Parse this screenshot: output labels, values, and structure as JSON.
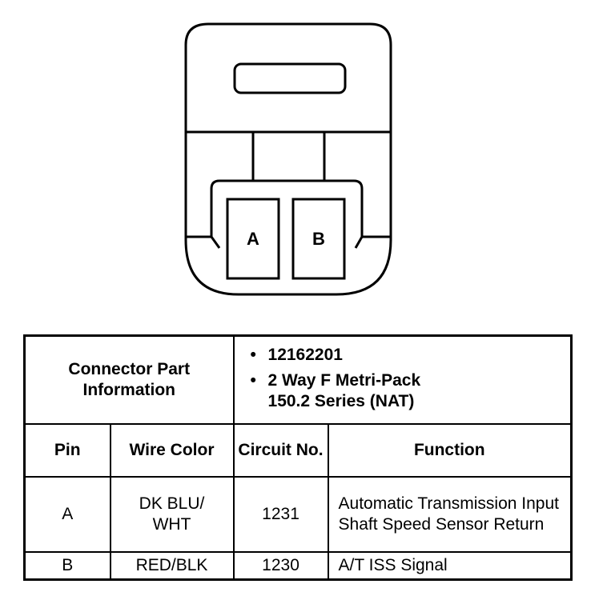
{
  "connector": {
    "pins": [
      {
        "label": "A"
      },
      {
        "label": "B"
      }
    ]
  },
  "table": {
    "part_info_label": "Connector Part Information",
    "part_info_items": [
      "12162201",
      "2 Way F Metri-Pack 150.2 Series (NAT)"
    ],
    "headers": {
      "pin": "Pin",
      "wire_color": "Wire Color",
      "circuit_no": "Circuit No.",
      "function": "Function"
    },
    "rows": [
      {
        "pin": "A",
        "wire_color": "DK BLU/ WHT",
        "circuit_no": "1231",
        "function": "Automatic Transmission Input Shaft Speed Sensor Return"
      },
      {
        "pin": "B",
        "wire_color": "RED/BLK",
        "circuit_no": "1230",
        "function": "A/T ISS Signal"
      }
    ]
  }
}
